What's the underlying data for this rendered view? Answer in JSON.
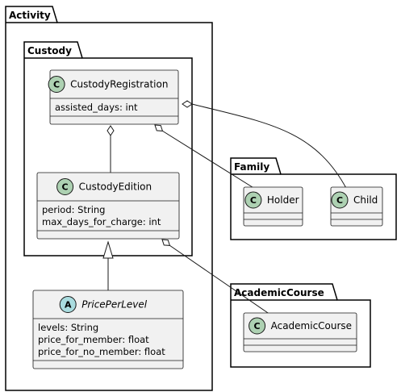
{
  "packages": {
    "activity": "Activity",
    "custody": "Custody",
    "family": "Family",
    "academic_course": "AcademicCourse"
  },
  "classes": {
    "custody_registration": {
      "badge": "C",
      "name": "CustodyRegistration",
      "attributes": [
        "assisted_days: int"
      ]
    },
    "custody_edition": {
      "badge": "C",
      "name": "CustodyEdition",
      "attributes": [
        "period: String",
        "max_days_for_charge: int"
      ]
    },
    "price_per_level": {
      "badge": "A",
      "name": "PricePerLevel",
      "attributes": [
        "levels: String",
        "price_for_member: float",
        "price_for_no_member: float"
      ]
    },
    "holder": {
      "badge": "C",
      "name": "Holder",
      "attributes": []
    },
    "child": {
      "badge": "C",
      "name": "Child",
      "attributes": []
    },
    "academic_course": {
      "badge": "C",
      "name": "AcademicCourse",
      "attributes": []
    }
  },
  "colors": {
    "class_fill": "#f1f1f1",
    "class_badge_fill": "#add1b2",
    "abstract_badge_fill": "#a9dcdf",
    "border": "#181818"
  }
}
